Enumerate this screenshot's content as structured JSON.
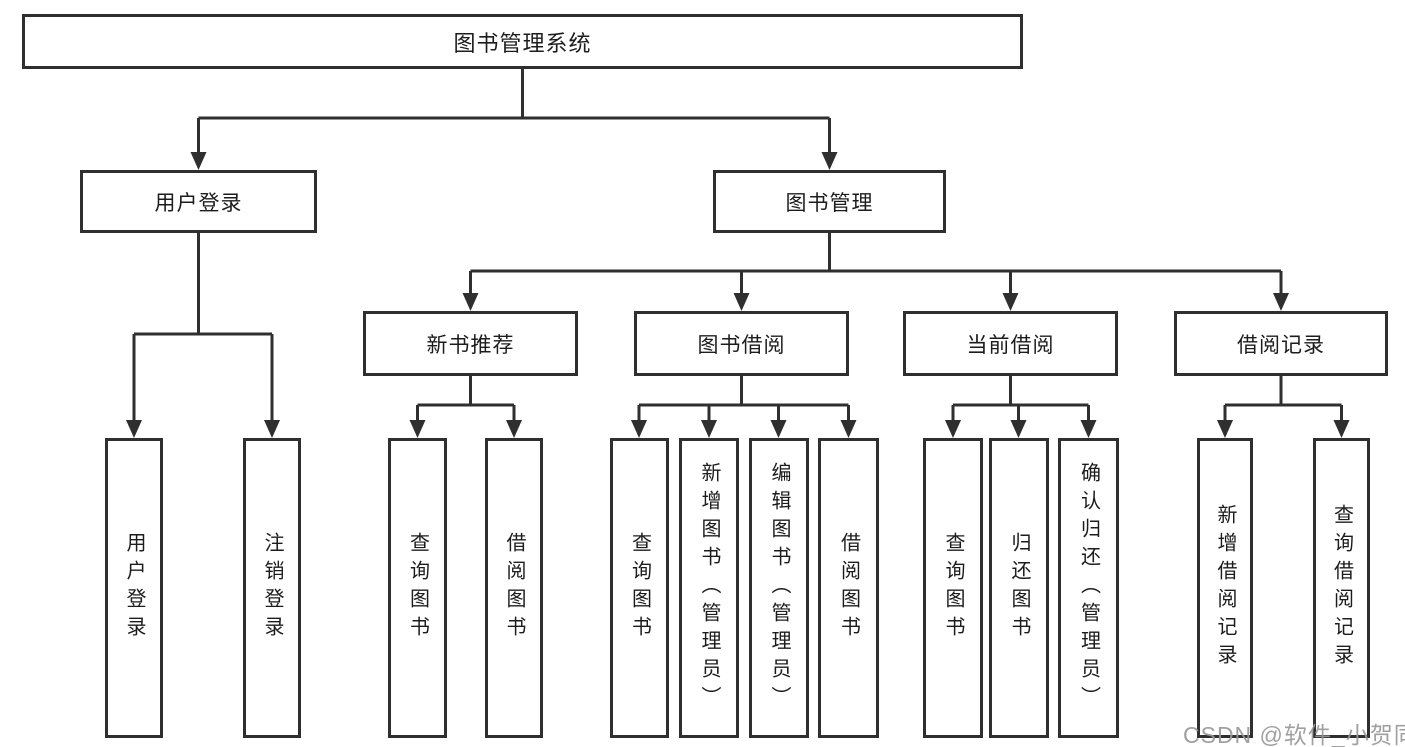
{
  "diagram": {
    "root": {
      "label": "图书管理系统"
    },
    "branches": [
      {
        "label": "用户登录",
        "children": [
          {
            "label": "用户登录"
          },
          {
            "label": "注销登录"
          }
        ]
      },
      {
        "label": "图书管理",
        "children": [
          {
            "label": "新书推荐",
            "children": [
              {
                "label": "查询图书"
              },
              {
                "label": "借阅图书"
              }
            ]
          },
          {
            "label": "图书借阅",
            "children": [
              {
                "label": "查询图书"
              },
              {
                "label": "新增图书（管理员）"
              },
              {
                "label": "编辑图书（管理员）"
              },
              {
                "label": "借阅图书"
              }
            ]
          },
          {
            "label": "当前借阅",
            "children": [
              {
                "label": "查询图书"
              },
              {
                "label": "归还图书"
              },
              {
                "label": "确认归还（管理员）"
              }
            ]
          },
          {
            "label": "借阅记录",
            "children": [
              {
                "label": "新增借阅记录"
              },
              {
                "label": "查询借阅记录"
              }
            ]
          }
        ]
      }
    ],
    "watermark": "CSDN @软件_小贺同学",
    "colors": {
      "line": "#2f2f2f",
      "box_border": "#2f2f2f",
      "box_fill": "#ffffff",
      "text": "#1c1c1c",
      "watermark": "#989898",
      "background": "#ffffff"
    }
  }
}
